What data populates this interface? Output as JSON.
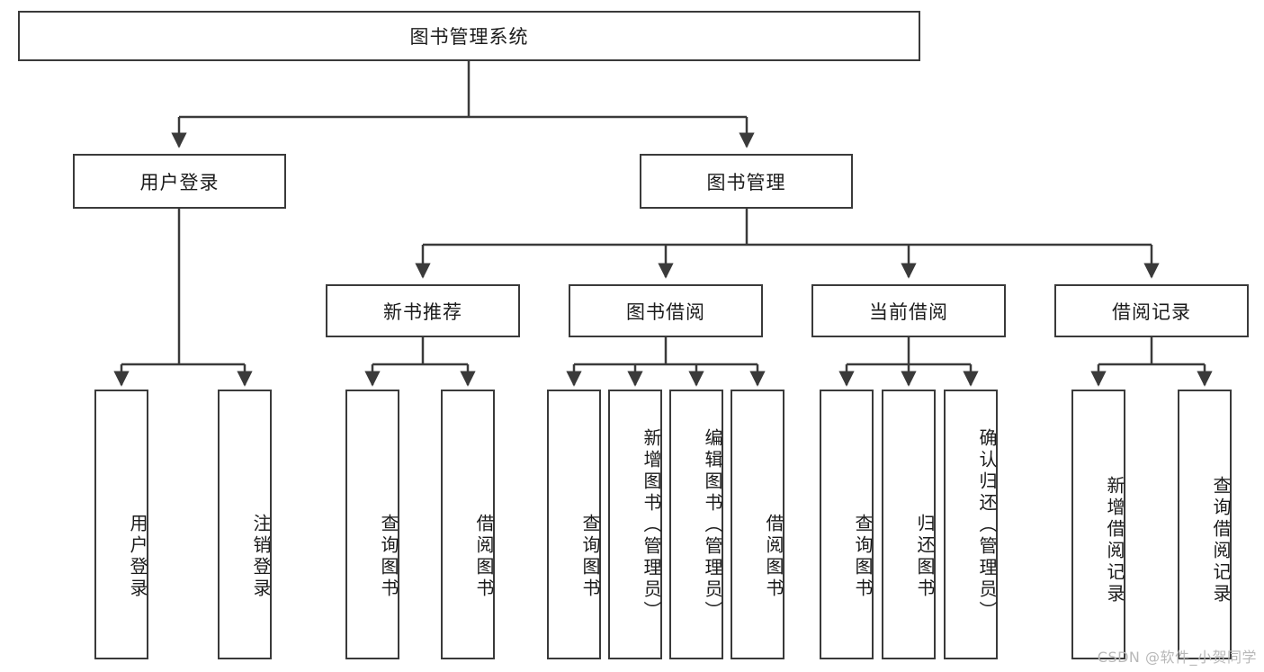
{
  "diagram": {
    "title": "图书管理系统",
    "watermark": "CSDN @软件_小贺同学",
    "line_color": "#3a3a3a",
    "box_fill": "#ffffff",
    "text_color": "#1b1b1b",
    "root": {
      "label": "图书管理系统"
    },
    "level2": [
      {
        "label": "用户登录"
      },
      {
        "label": "图书管理"
      }
    ],
    "level3": [
      {
        "label": "新书推荐"
      },
      {
        "label": "图书借阅"
      },
      {
        "label": "当前借阅"
      },
      {
        "label": "借阅记录"
      }
    ],
    "leaves": {
      "user_login": [
        {
          "label": "用户登录"
        },
        {
          "label": "注销登录"
        }
      ],
      "new_book_recommend": [
        {
          "label": "查询图书"
        },
        {
          "label": "借阅图书"
        }
      ],
      "book_borrow": [
        {
          "label": "查询图书"
        },
        {
          "label": "新增图书（管理员）"
        },
        {
          "label": "编辑图书（管理员）"
        },
        {
          "label": "借阅图书"
        }
      ],
      "current_borrow": [
        {
          "label": "查询图书"
        },
        {
          "label": "归还图书"
        },
        {
          "label": "确认归还（管理员）"
        }
      ],
      "borrow_record": [
        {
          "label": "新增借阅记录"
        },
        {
          "label": "查询借阅记录"
        }
      ]
    }
  }
}
